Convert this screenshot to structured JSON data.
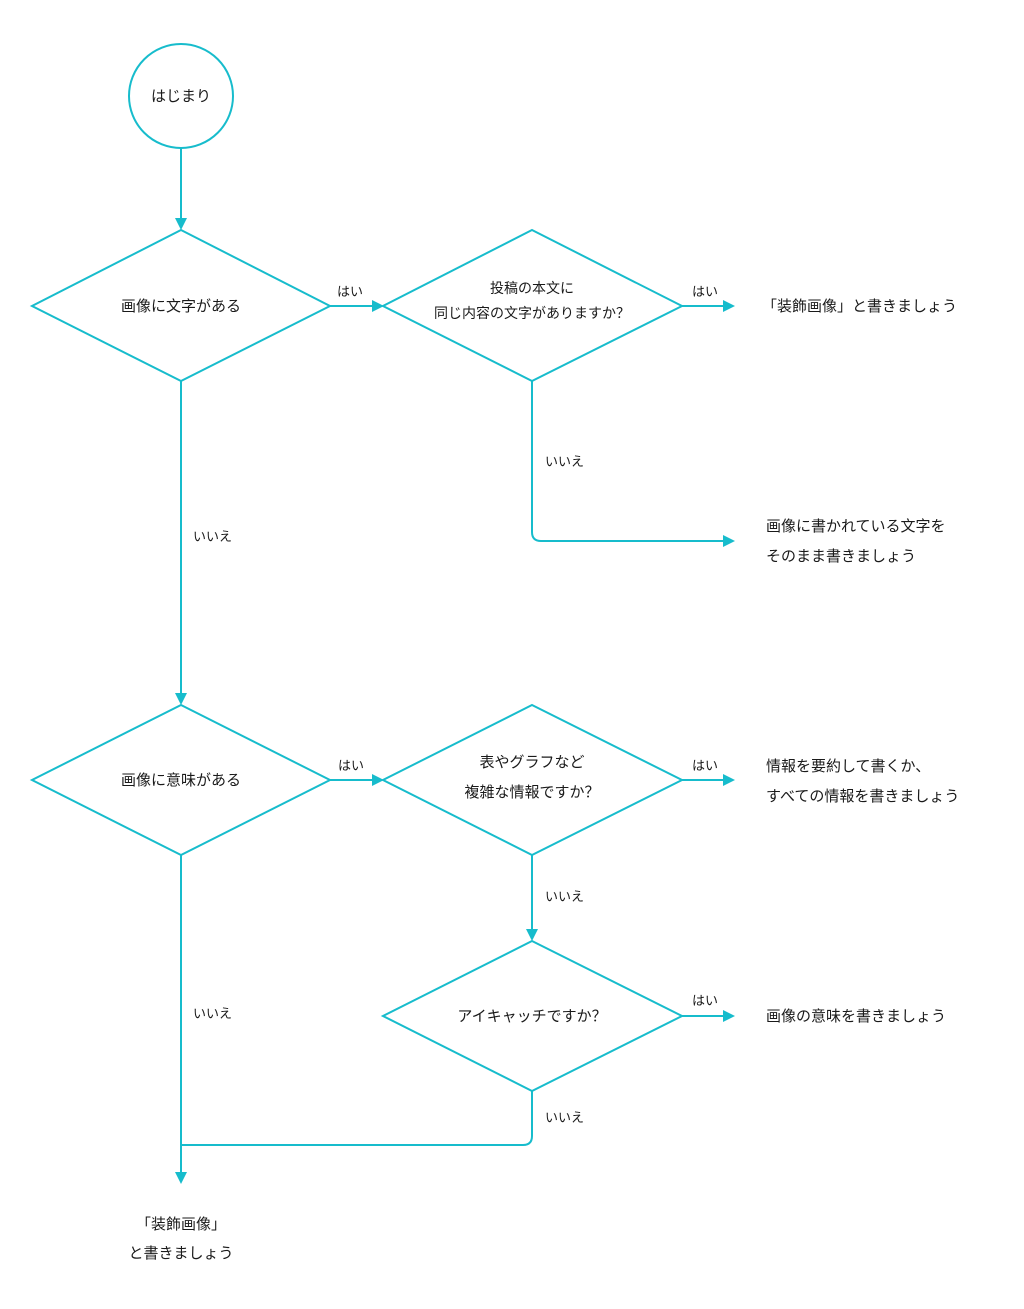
{
  "colors": {
    "accent": "#17bccc",
    "text": "#1a1a1a",
    "background": "#ffffff"
  },
  "nodes": {
    "start": "はじまり",
    "q_text_in_image": "画像に文字がある",
    "q_same_text_line1": "投稿の本文に",
    "q_same_text_line2": "同じ内容の文字がありますか？",
    "r_decorative_top": "「装飾画像」と書きましょう",
    "r_write_text_line1": "画像に書かれている文字を",
    "r_write_text_line2": "そのまま書きましょう",
    "q_image_meaning": "画像に意味がある",
    "q_complex_line1": "表やグラフなど",
    "q_complex_line2": "複雑な情報ですか？",
    "r_summary_line1": "情報を要約して書くか、",
    "r_summary_line2": "すべての情報を書きましょう",
    "q_eyecatch": "アイキャッチですか？",
    "r_meaning": "画像の意味を書きましょう",
    "r_decorative_bottom_line1": "「装飾画像」",
    "r_decorative_bottom_line2": "と書きましょう"
  },
  "edges": {
    "yes": "はい",
    "no": "いいえ"
  }
}
